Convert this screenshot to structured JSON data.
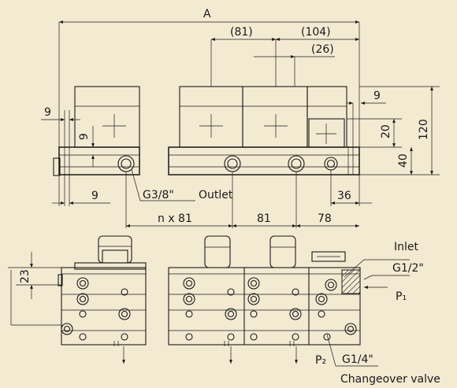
{
  "labels": {
    "dim_A": "A",
    "dim_81_top": "(81)",
    "dim_104": "(104)",
    "dim_26": "(26)",
    "dim_9_left": "9",
    "dim_9_vert": "9",
    "dim_9_right": "9",
    "dim_9_bottom": "9",
    "dim_20": "20",
    "dim_40": "40",
    "dim_120": "120",
    "dim_36": "36",
    "port_g38": "G3/8\"",
    "outlet": "Outlet",
    "dim_nx81": "n x 81",
    "dim_81_bottom": "81",
    "dim_78": "78",
    "dim_23": "23",
    "inlet": "Inlet",
    "port_g12": "G1/2\"",
    "p1": "P₁",
    "p2": "P₂",
    "port_g14": "G1/4\"",
    "changeover_valve": "Changeover valve"
  }
}
